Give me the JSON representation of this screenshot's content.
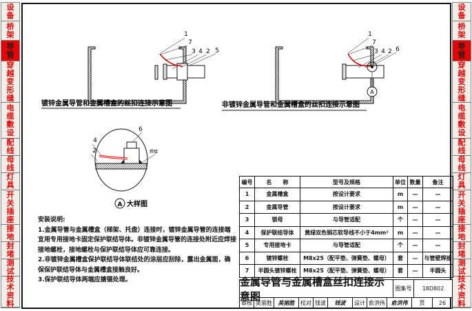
{
  "sidebar": {
    "items": [
      {
        "label": "设备"
      },
      {
        "label": "桥架"
      },
      {
        "label": "导管",
        "active": true
      },
      {
        "label": "穿越变形缝"
      },
      {
        "label": "电缆敷设"
      },
      {
        "label": "配线"
      },
      {
        "label": "母线"
      },
      {
        "label": "灯具"
      },
      {
        "label": "开关插座"
      },
      {
        "label": "接地"
      },
      {
        "label": "封堵"
      },
      {
        "label": "测试"
      },
      {
        "label": "技术资料"
      }
    ]
  },
  "drawings": {
    "left_caption": "镀锌金属导管和金属槽盒的丝扣连接示意图",
    "right_caption": "非镀锌金属导管和金属槽盒的丝扣连接示意图",
    "left_callouts": [
      "1",
      "7",
      "3",
      "4",
      "2",
      "5"
    ],
    "right_callouts": [
      "1",
      "7",
      "3",
      "4",
      "2",
      "6"
    ],
    "detail_marker": "A",
    "detail_callouts": [
      "6",
      "4",
      "2"
    ],
    "weld_label": "焊接",
    "detail_caption": "大样图"
  },
  "notes": {
    "title": "安装说明:",
    "items": [
      "1.金属导管与金属槽盒（梯架、托盘）连接时，镀锌金属导管的连接端宜用专用接地卡固定保护联结导体。非镀锌金属导管的连接处附近应焊接接地螺栓，接地螺栓与保护联结导体应可靠连接。",
      "2.非镀锌金属槽盒保护联结导体联结处的涂层应刮除，露出金属面，确保保护联结导体与金属槽盒接触良好。",
      "3.保护联结导体两端应搪锡处理。"
    ]
  },
  "table": {
    "headers": [
      "编号",
      "名　　称",
      "型号及规格",
      "单位",
      "数量",
      "备注"
    ],
    "rows": [
      [
        "1",
        "金属槽盒",
        "按设计要求",
        "m",
        "—",
        "—"
      ],
      [
        "2",
        "金属导管",
        "按设计要求",
        "m",
        "—",
        "—"
      ],
      [
        "3",
        "锁母",
        "与导管适配",
        "个",
        "—",
        "—"
      ],
      [
        "4",
        "保护联结导体",
        "黄绿双色铜芯软导线不小于4mm²",
        "m",
        "—",
        "—"
      ],
      [
        "5",
        "专用接地卡",
        "与导管适配",
        "个",
        "—",
        "—"
      ],
      [
        "6",
        "镀锌螺栓",
        "M8x25（配平垫、弹簧垫、螺母）",
        "套",
        "—",
        "与管壁焊接"
      ],
      [
        "7",
        "半圆头镀锌螺栓",
        "M8x25（配平垫、弹簧垫、螺母）",
        "套",
        "—",
        "半圆头"
      ]
    ]
  },
  "title_block": {
    "title": "金属导管与金属槽盒丝扣连接示意图",
    "atlas_label": "图集号",
    "atlas_no": "18D802",
    "review_label": "审核",
    "reviewer": "吴丽胜",
    "check_label": "校对",
    "checker": "钱波",
    "design_label": "设计",
    "designer": "俞洪伟",
    "page_label": "页",
    "page": "26",
    "sig1": "吴丽胜",
    "sig2": "钱波",
    "sig3": "俞洪伟"
  },
  "colors": {
    "accent": "#e00000"
  }
}
